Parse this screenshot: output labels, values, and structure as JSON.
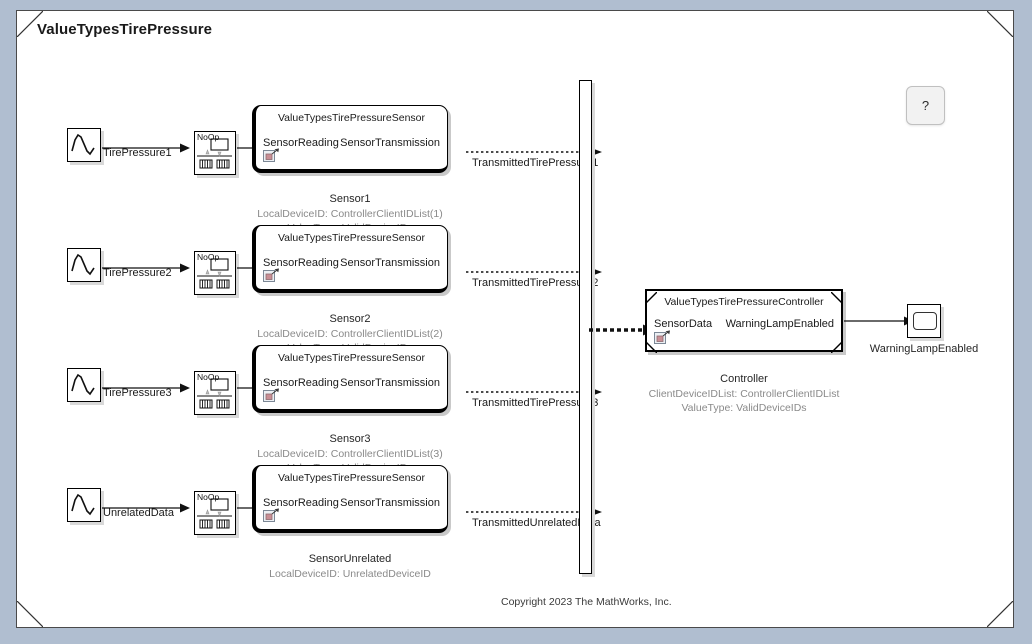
{
  "model": {
    "title": "ValueTypesTirePressure",
    "copyright": "Copyright 2023 The MathWorks, Inc.",
    "help_label": "?"
  },
  "colors": {
    "canvas_background": "#ffffff",
    "window_background": "#b0bed0",
    "block_border": "#000000",
    "annotation_text": "#8a8a8a",
    "primary_text": "#1a1a1a",
    "badge_accent": "#c98f95"
  },
  "sources": [
    {
      "name": "TirePressure1",
      "block": "signal-generator"
    },
    {
      "name": "TirePressure2",
      "block": "signal-generator"
    },
    {
      "name": "TirePressure3",
      "block": "signal-generator"
    },
    {
      "name": "UnrelatedData",
      "block": "signal-generator"
    }
  ],
  "noop_blocks": [
    {
      "label": "NoOp"
    },
    {
      "label": "NoOp"
    },
    {
      "label": "NoOp"
    },
    {
      "label": "NoOp"
    }
  ],
  "sensors": [
    {
      "title": "ValueTypesTirePressureSensor",
      "inport": "SensorReading",
      "outport": "SensorTransmission",
      "name": "Sensor1",
      "annotations": [
        "LocalDeviceID: ControllerClientIDList(1)",
        "ValueType: ValidDeviceIDs"
      ],
      "signal": "TransmittedTirePressure1"
    },
    {
      "title": "ValueTypesTirePressureSensor",
      "inport": "SensorReading",
      "outport": "SensorTransmission",
      "name": "Sensor2",
      "annotations": [
        "LocalDeviceID: ControllerClientIDList(2)",
        "ValueType: ValidDeviceIDs"
      ],
      "signal": "TransmittedTirePressure2"
    },
    {
      "title": "ValueTypesTirePressureSensor",
      "inport": "SensorReading",
      "outport": "SensorTransmission",
      "name": "Sensor3",
      "annotations": [
        "LocalDeviceID: ControllerClientIDList(3)",
        "ValueType: ValidDeviceIDs"
      ],
      "signal": "TransmittedTirePressure3"
    },
    {
      "title": "ValueTypesTirePressureSensor",
      "inport": "SensorReading",
      "outport": "SensorTransmission",
      "name": "SensorUnrelated",
      "annotations": [
        "LocalDeviceID: UnrelatedDeviceID"
      ],
      "signal": "TransmittedUnrelatedData"
    }
  ],
  "controller": {
    "title": "ValueTypesTirePressureController",
    "inport": "SensorData",
    "outport": "WarningLampEnabled",
    "name": "Controller",
    "annotations": [
      "ClientDeviceIDList: ControllerClientIDList",
      "ValueType: ValidDeviceIDs"
    ]
  },
  "sink": {
    "name": "WarningLampEnabled",
    "block": "scope"
  }
}
